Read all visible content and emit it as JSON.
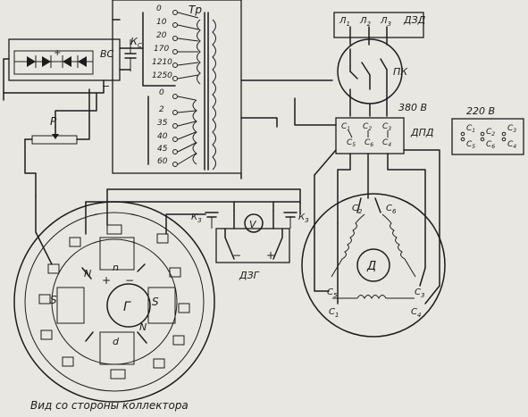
{
  "labels": {
    "vs": "ВС",
    "kc": "К",
    "kc_sub": "С",
    "tr": "Тр",
    "p": "Р",
    "plus": "+",
    "minus": "−",
    "dzd": "ДЗД",
    "pk": "ПК",
    "v380": "380 В",
    "dpd": "ДПД",
    "v220": "220 В",
    "v_meter": "V",
    "k3": "К",
    "k3_sub": "З",
    "dzg": "ДЗГ",
    "motor": "Д",
    "gen": "Г",
    "pole_n_top": "n",
    "pole_s_right": "S",
    "pole_s_left": "S",
    "pole_d_bottom": "d",
    "pole_n_right": "N",
    "pole_n_left": "N",
    "caption": "Вид со стороны коллектора"
  },
  "fuses": [
    "Л",
    "Л",
    "Л"
  ],
  "fuse_subs": [
    "1",
    "2",
    "3"
  ],
  "taps_upper": [
    "0",
    "10",
    "20",
    "170",
    "1210",
    "1250"
  ],
  "taps_lower": [
    "0",
    "2",
    "35",
    "40",
    "45",
    "60"
  ],
  "dpd_terms": [
    {
      "l": "С",
      "s": "1"
    },
    {
      "l": "С",
      "s": "2"
    },
    {
      "l": "С",
      "s": "3"
    },
    {
      "l": "С",
      "s": "5"
    },
    {
      "l": "С",
      "s": "6"
    },
    {
      "l": "С",
      "s": "4"
    }
  ],
  "v220_terms": [
    {
      "l": "С",
      "s": "1"
    },
    {
      "l": "С",
      "s": "2"
    },
    {
      "l": "С",
      "s": "3"
    },
    {
      "l": "С",
      "s": "5"
    },
    {
      "l": "С",
      "s": "6"
    },
    {
      "l": "С",
      "s": "4"
    }
  ],
  "motor_terms": [
    {
      "l": "С",
      "s": "2"
    },
    {
      "l": "С",
      "s": "6"
    },
    {
      "l": "С",
      "s": "5"
    },
    {
      "l": "С",
      "s": "1"
    },
    {
      "l": "С",
      "s": "3"
    },
    {
      "l": "С",
      "s": "4"
    }
  ]
}
